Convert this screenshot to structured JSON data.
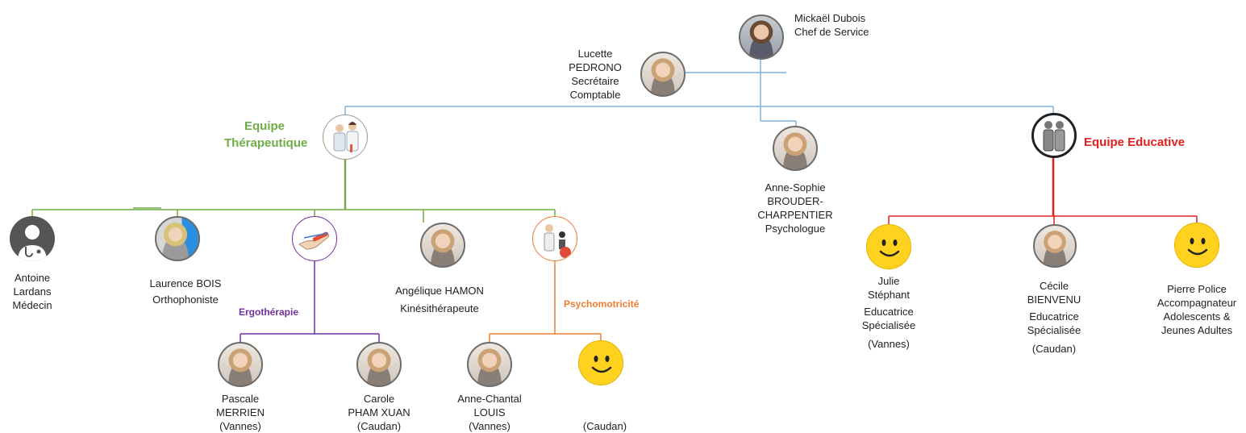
{
  "colors": {
    "admin_line": "#7fb2dc",
    "therapeutic": "#70ad47",
    "educative": "#e02020",
    "ergo": "#7030a0",
    "psychomot": "#ed7d31"
  },
  "head": {
    "name": "Mickaël Dubois",
    "role": "Chef de Service"
  },
  "secretary": {
    "line1": "Lucette",
    "line2": "PEDRONO",
    "line3": "Secrétaire",
    "line4": "Comptable"
  },
  "psychologist": {
    "line1": "Anne-Sophie",
    "line2": "BROUDER-",
    "line3": "CHARPENTIER",
    "line4": "Psychologue"
  },
  "team_therapeutic": {
    "line1": "Equipe",
    "line2": "Thérapeutique",
    "icon": "doctors-icon"
  },
  "team_educative": {
    "label": "Equipe Educative",
    "icon": "people-icon"
  },
  "therapists": {
    "antoine": {
      "line1": "Antoine",
      "line2": "Lardans",
      "line3": "Médecin"
    },
    "laurence": {
      "name": "Laurence BOIS",
      "role": "Orthophoniste"
    },
    "angelique": {
      "name": "Angélique HAMON",
      "role": "Kinésithérapeute"
    }
  },
  "ergo": {
    "label": "Ergothérapie",
    "icon": "hand-therapy-icon",
    "pascale": {
      "line1": "Pascale",
      "line2": "MERRIEN",
      "line3": "(Vannes)"
    },
    "carole": {
      "line1": "Carole",
      "line2": "PHAM XUAN",
      "line3": "(Caudan)"
    }
  },
  "psychomot": {
    "label": "Psychomotricité",
    "icon": "psychomotricity-icon",
    "anne_chantal": {
      "line1": "Anne-Chantal",
      "line2": "LOUIS",
      "line3": "(Vannes)"
    },
    "vacant": {
      "line1": "(Caudan)"
    }
  },
  "educators": {
    "julie": {
      "line1": "Julie",
      "line2": "Stéphant",
      "line3": "Educatrice",
      "line4": "Spécialisée",
      "line5": "(Vannes)"
    },
    "cecile": {
      "line1": "Cécile",
      "line2": "BIENVENU",
      "line3": "Educatrice",
      "line4": "Spécialisée",
      "line5": "(Caudan)"
    },
    "pierre": {
      "line1": "Pierre Police",
      "line2": "Accompagnateur",
      "line3": "Adolescents &",
      "line4": "Jeunes Adultes"
    }
  }
}
